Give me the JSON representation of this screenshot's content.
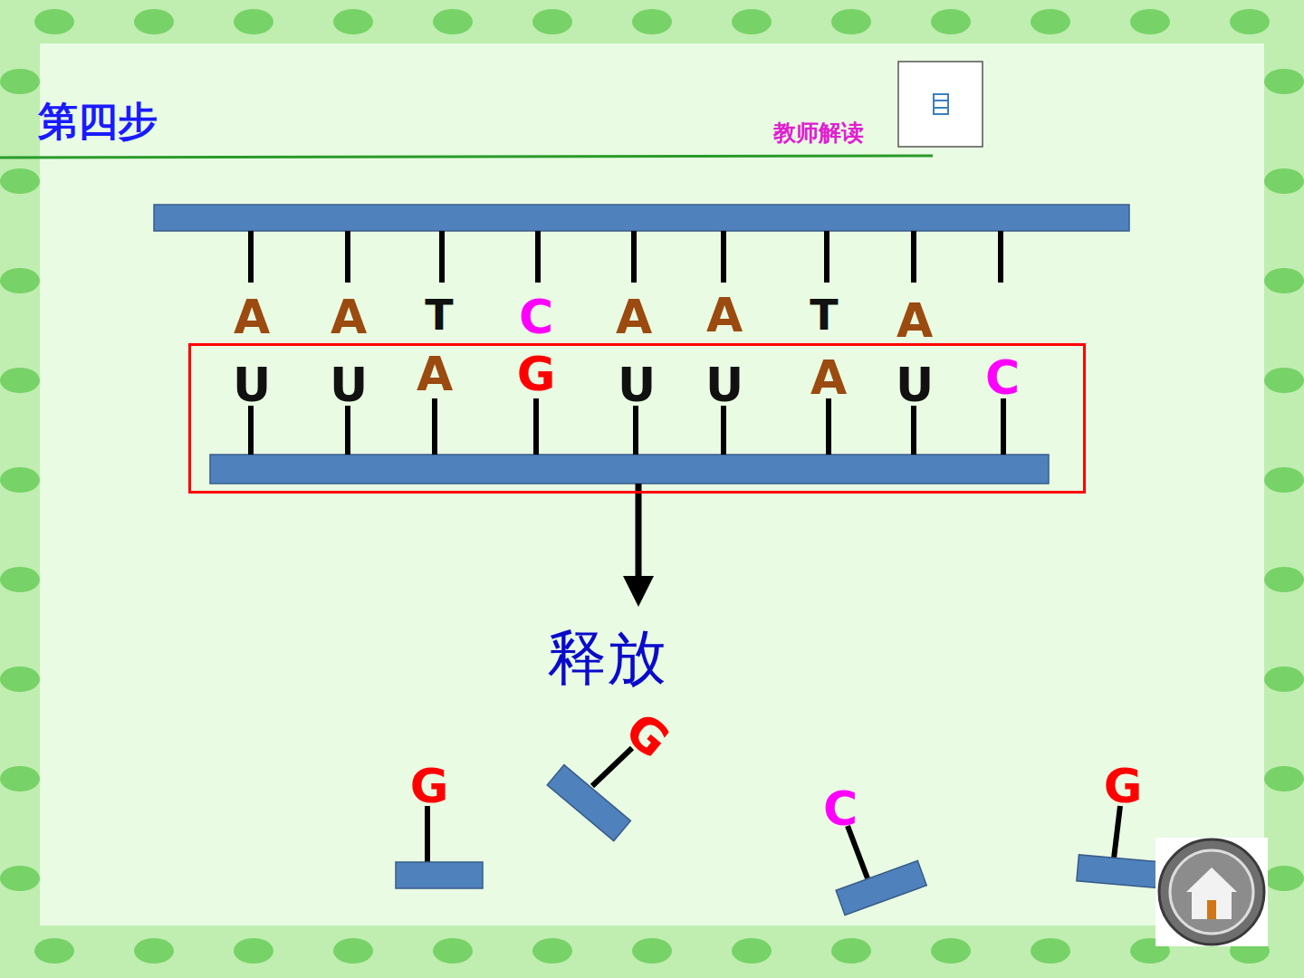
{
  "diagram": {
    "title": "第四步",
    "nodes": [
      {
        "text": [
          "U",
          "U",
          "A",
          "G",
          "U",
          "U",
          "A",
          "U",
          "C"
        ]
      },
      {
        "text": [
          "G"
        ]
      }
    ],
    "labels": [
      "教师解读",
      "A",
      "A",
      "T",
      "C",
      "A",
      "A",
      "T",
      "A",
      "释放",
      "G",
      "G",
      "C",
      "G"
    ]
  }
}
